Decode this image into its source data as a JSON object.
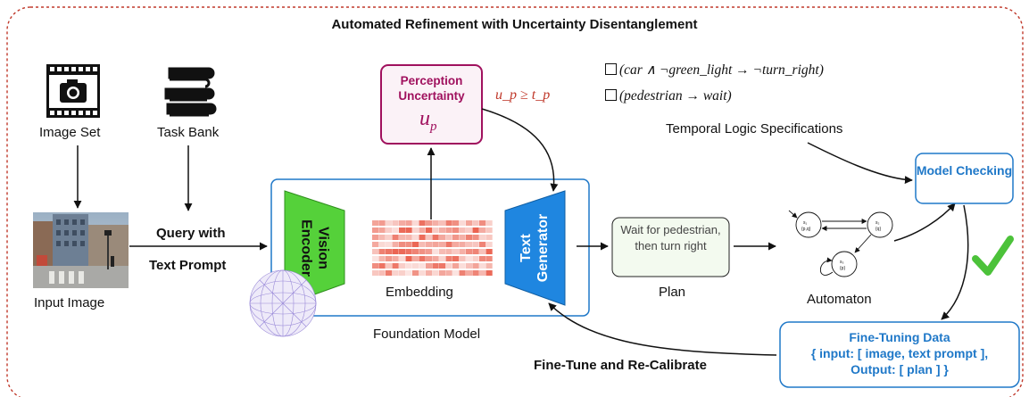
{
  "title": "Automated Refinement with Uncertainty Disentanglement",
  "inputs": {
    "image_set": "Image Set",
    "task_bank": "Task Bank",
    "input_image": "Input Image"
  },
  "query": {
    "line1": "Query with",
    "line2": "Text Prompt"
  },
  "foundation_model": {
    "label": "Foundation Model",
    "vision_encoder": "Vision Encoder",
    "embedding": "Embedding",
    "text_generator": "Text Generator"
  },
  "perception_uncertainty": {
    "label": "Perception Uncertainty",
    "symbol": "u",
    "subscript": "p"
  },
  "threshold": "u_p ≥ t_p",
  "plan": {
    "text": "Wait for pedestrian, then turn right",
    "label": "Plan"
  },
  "specs": {
    "formulas": [
      "(car ∧ ¬green_light → ¬turn_right)",
      "(pedestrian → wait)"
    ],
    "label": "Temporal Logic Specifications"
  },
  "model_checking": "Model Checking",
  "automaton": {
    "label": "Automaton",
    "states": [
      "s₁",
      "s₂",
      "s₃"
    ],
    "props": [
      "{p,q}",
      "{q}",
      "{p}"
    ]
  },
  "fine_tuning": {
    "title": "Fine-Tuning Data",
    "line1": "{ input: [ image, text prompt ],",
    "line2": "Output: [ plan ] }"
  },
  "feedback": "Fine-Tune and Re-Calibrate",
  "colors": {
    "border_red": "#c0392b",
    "blue": "#1f78c8",
    "green": "#55d13a",
    "maroon": "#a0115e",
    "check": "#4cc23a"
  }
}
